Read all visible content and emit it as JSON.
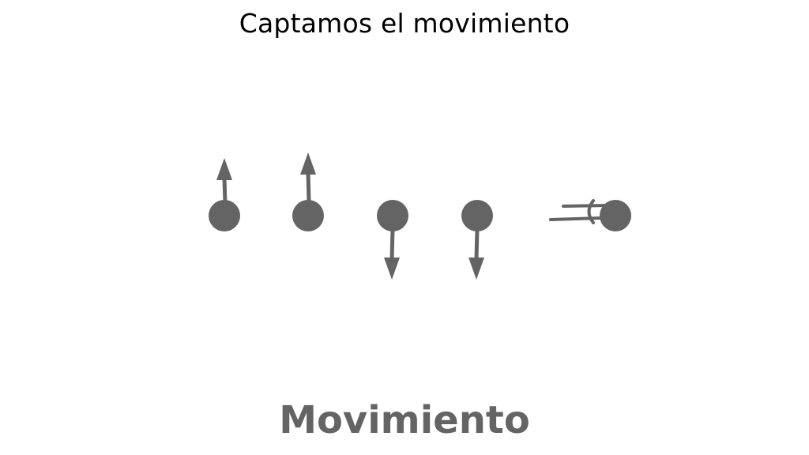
{
  "title": "Captamos el movimiento",
  "caption": "Movimiento",
  "colors": {
    "ink": "#646464",
    "text": "#000000",
    "background": "#ffffff"
  },
  "figure": {
    "items": [
      {
        "label": "particle-up",
        "arrow": "up"
      },
      {
        "label": "particle-up",
        "arrow": "up"
      },
      {
        "label": "particle-down",
        "arrow": "down"
      },
      {
        "label": "particle-down",
        "arrow": "down"
      },
      {
        "label": "particle-moving-right",
        "arrow": "motion-lines"
      }
    ]
  }
}
